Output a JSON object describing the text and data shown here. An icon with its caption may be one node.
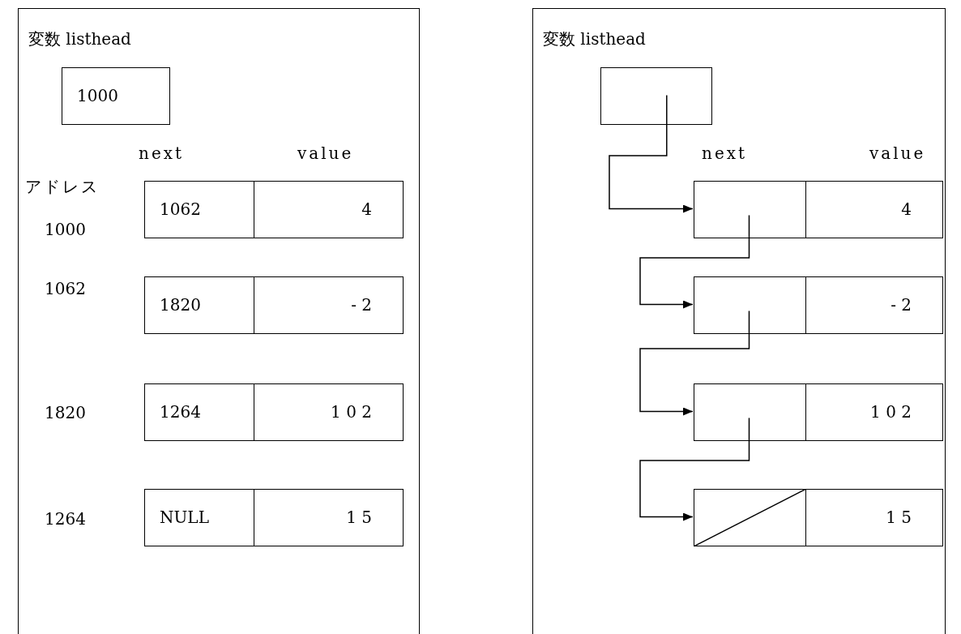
{
  "diagram": {
    "nodes": [
      {
        "text": [
          "変数 listhead"
        ]
      },
      {
        "text": [
          "1000"
        ],
        "in": 0
      },
      {
        "text": [
          "1062"
        ],
        "in": 0
      },
      {
        "text": [
          "4"
        ],
        "in": 0
      },
      {
        "text": [
          "1820"
        ],
        "in": 0
      },
      {
        "text": [
          "- 2"
        ],
        "in": 0
      },
      {
        "text": [
          "1264"
        ],
        "in": 0
      },
      {
        "text": [
          "1 0 2"
        ],
        "in": 0
      },
      {
        "text": [
          "NULL"
        ],
        "in": 0
      },
      {
        "text": [
          "1 5"
        ],
        "in": 0
      },
      {
        "text": [
          "変数 listhead"
        ]
      },
      {
        "text": [],
        "shape": "box",
        "in": 10
      },
      {
        "text": [],
        "shape": "box",
        "in": 10
      },
      {
        "text": [
          "4"
        ],
        "in": 10
      },
      {
        "text": [],
        "shape": "box",
        "in": 10
      },
      {
        "text": [
          "- 2"
        ],
        "in": 10
      },
      {
        "text": [],
        "shape": "box",
        "in": 10
      },
      {
        "text": [
          "1 0 2"
        ],
        "in": 10
      },
      {
        "text": [],
        "shape": "box",
        "in": 10
      },
      {
        "text": [
          "1 5"
        ],
        "in": 10
      }
    ],
    "edges": [
      {
        "from": 11,
        "to": 12,
        "arrow": "to"
      },
      {
        "from": 12,
        "to": 14,
        "arrow": "to"
      },
      {
        "from": 14,
        "to": 16,
        "arrow": "to"
      },
      {
        "from": 16,
        "to": 18,
        "arrow": "to"
      }
    ],
    "labels": [
      "next",
      "value",
      "アドレス",
      "1000",
      "1062",
      "1820",
      "1264",
      "next",
      "value"
    ]
  }
}
